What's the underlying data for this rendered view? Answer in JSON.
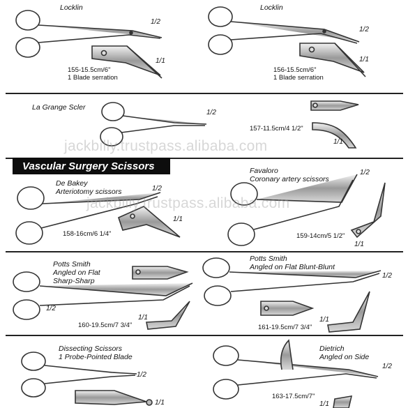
{
  "watermark": "jackbilly.trustpass.alibaba.com",
  "banner": "Vascular Surgery Scissors",
  "items": [
    {
      "name": "Locklin",
      "code": "155-15.5cm/6\"",
      "note": "1 Blade serration",
      "scale_half": "1/2",
      "scale_full": "1/1"
    },
    {
      "name": "Locklin",
      "code": "156-15.5cm/6\"",
      "note": "1 Blade serration",
      "scale_half": "1/2",
      "scale_full": "1/1"
    },
    {
      "name": "La Grange Scler",
      "code": "157-11.5cm/4 1/2\"",
      "scale_half": "1/2",
      "scale_full": "1/1"
    },
    {
      "name": "De Bakey",
      "subtitle": "Arteriotomy scissors",
      "code": "158-16cm/6 1/4\"",
      "scale_half": "1/2",
      "scale_full": "1/1"
    },
    {
      "name": "Favaloro",
      "subtitle": "Coronary artery scissors",
      "code": "159-14cm/5 1/2\"",
      "scale_half": "1/2",
      "scale_full": "1/1"
    },
    {
      "name": "Potts Smith",
      "subtitle": "Angled on Flat",
      "subtitle2": "Sharp-Sharp",
      "code": "160-19.5cm/7 3/4\"",
      "scale_half": "1/2",
      "scale_full": "1/1"
    },
    {
      "name": "Potts Smith",
      "subtitle": "Angled on Flat Blunt-Blunt",
      "code": "161-19.5cm/7 3/4\"",
      "scale_half": "1/2",
      "scale_full": "1/1"
    },
    {
      "name": "Dissecting Scissors",
      "subtitle": "1 Probe-Pointed Blade",
      "scale_half": "1/2",
      "scale_full": "1/1"
    },
    {
      "name": "Dietrich",
      "subtitle": "Angled on Side",
      "code": "163-17.5cm/7\"",
      "scale_half": "1/2",
      "scale_full": "1/1"
    }
  ]
}
